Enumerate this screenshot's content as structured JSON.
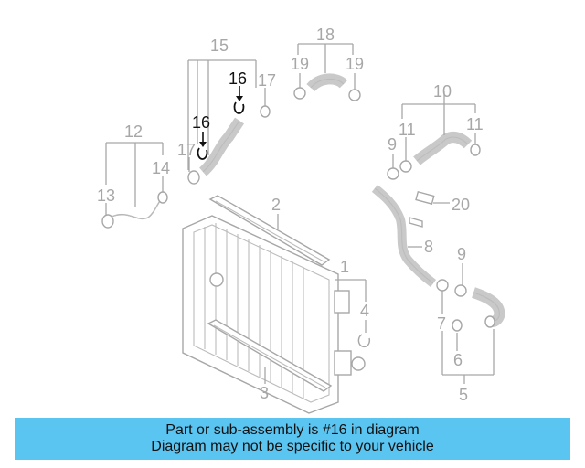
{
  "diagram": {
    "callouts": {
      "c1": "1",
      "c2": "2",
      "c3": "3",
      "c4": "4",
      "c5": "5",
      "c6": "6",
      "c7": "7",
      "c8": "8",
      "c9a": "9",
      "c9b": "9",
      "c10": "10",
      "c11a": "11",
      "c11b": "11",
      "c12": "12",
      "c13": "13",
      "c14": "14",
      "c15": "15",
      "c16a": "16",
      "c16b": "16",
      "c17a": "17",
      "c17b": "17",
      "c18": "18",
      "c19a": "19",
      "c19b": "19",
      "c20": "20"
    },
    "highlight_part": "16",
    "colors": {
      "line": "#a7a7a7",
      "highlight": "#111111",
      "banner": "#5bc5f2"
    }
  },
  "banner": {
    "line1": "Part or sub-assembly is #16 in diagram",
    "line2": "Diagram may not be specific to your vehicle"
  }
}
